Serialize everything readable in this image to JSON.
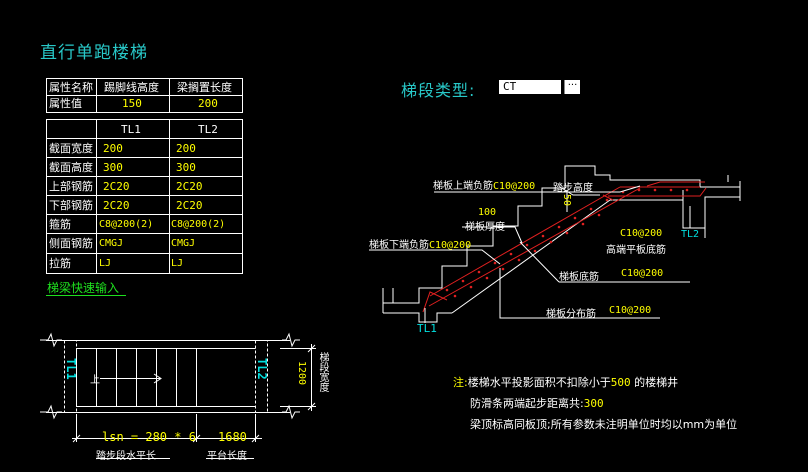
{
  "title": "直行单跑楼梯",
  "attr_table": {
    "headers": [
      "属性名称",
      "踢脚线高度",
      "梁搁置长度"
    ],
    "row_label": "属性值",
    "values": [
      "150",
      "200"
    ]
  },
  "beam_table": {
    "columns": [
      "TL1",
      "TL2"
    ],
    "rows": [
      {
        "label": "截面宽度",
        "tl1": "200",
        "tl2": "200"
      },
      {
        "label": "截面高度",
        "tl1": "300",
        "tl2": "300"
      },
      {
        "label": "上部钢筋",
        "tl1": "2C20",
        "tl2": "2C20"
      },
      {
        "label": "下部钢筋",
        "tl1": "2C20",
        "tl2": "2C20"
      },
      {
        "label": "箍筋",
        "tl1": "C8@200(2)",
        "tl2": "C8@200(2)"
      },
      {
        "label": "侧面钢筋",
        "tl1": "CMGJ",
        "tl2": "CMGJ"
      },
      {
        "label": "拉筋",
        "tl1": "LJ",
        "tl2": "LJ"
      }
    ]
  },
  "quick_input_label": "梯梁快速输入",
  "segment_type": {
    "label": "梯段类型:",
    "value": "CT",
    "button": "···"
  },
  "plan": {
    "tl1": "TL1",
    "tl2": "TL2",
    "up": "上",
    "width_value": "1200",
    "width_label": "梯段宽度",
    "lsn": "lsn = 280 * 6",
    "platform_len": "1680",
    "bottom_label_1": "踏步段水平长",
    "bottom_label_2": "平台长度"
  },
  "section": {
    "top_neg_label": "梯板上端负筋",
    "top_neg_value": "C10@200",
    "step_height_label": "踏步高度",
    "step_height_value": "50",
    "thickness_value": "100",
    "thickness_label": "梯板厚度",
    "bottom_neg_label": "梯板下端负筋",
    "bottom_neg_value": "C10@200",
    "high_platform_value": "C10@200",
    "high_platform_label": "高端平板底筋",
    "tl2": "TL2",
    "bottom_bar_label": "梯板底筋",
    "bottom_bar_value": "C10@200",
    "dist_label": "梯板分布筋",
    "dist_value": "C10@200",
    "tl1": "TL1"
  },
  "notes": {
    "prefix": "注:",
    "line1_a": "楼梯水平投影面积不扣除小于",
    "line1_num": "500",
    "line1_b": "的楼梯井",
    "line2_a": "防滑条两端起步距离共:",
    "line2_num": "300",
    "line3": "梁顶标高同板顶;所有参数未注明单位时均以mm为单位"
  }
}
